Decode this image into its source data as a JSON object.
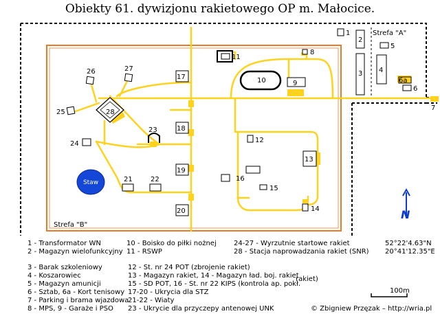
{
  "title": "Obiekty 61. dywizjonu rakietowego OP m. Małocice.",
  "zones": {
    "a": "Strefa \"A\"",
    "b": "Strefa \"B\""
  },
  "pond_label": "Staw",
  "objects": {
    "o1": "1",
    "o2": "2",
    "o3": "3",
    "o4": "4",
    "o5": "5",
    "o6": "6",
    "o6a": "6a",
    "o7": "7",
    "o8": "8",
    "o9": "9",
    "o10": "10",
    "o11": "11",
    "o12": "12",
    "o13": "13",
    "o14": "14",
    "o15": "15",
    "o16": "16",
    "o17": "17",
    "o18": "18",
    "o19": "19",
    "o20": "20",
    "o21": "21",
    "o22": "22",
    "o23": "23",
    "o24": "24",
    "o25": "25",
    "o26": "26",
    "o27": "27",
    "o28": "28"
  },
  "legend": {
    "col1": [
      "1 - Transformator WN",
      "2 - Magazyn wielofunkcyjny"
    ],
    "col2": [
      "10 - Boisko do piłki nożnej",
      "11 - RSWP"
    ],
    "col3": [
      "24-27 - Wyrzutnie startowe rakiet",
      "28 - Stacja naprowadzania rakiet (SNR)"
    ],
    "col4": [
      "3 - Barak szkoleniowy",
      "4 - Koszarowiec",
      "5 - Magazyn amunicji",
      "6 - Sztab, 6a - Kort tenisowy",
      "7 - Parking i brama wjazdowa",
      "8 - MPS, 9 - Garaże i PSO"
    ],
    "col5": [
      "12 - St. nr 24 POT (zbrojenie rakiet)",
      "13 - Magazyn rakiet, 14 - Magazyn ład. boj. rakiet",
      "15 - SD POT, 16 - St. nr 22 KIPS (kontrola ap. pokł.",
      "17-20 - Ukrycia dla STZ",
      "21-22 - Wiaty",
      "23 - Ukrycie dla przyczepy antenowej UNK"
    ],
    "rakiet_tail": "rakiet)"
  },
  "coords": {
    "lat": "52°22'4.63\"N",
    "lon": "20°41'12.35\"E"
  },
  "north": "N",
  "scale": "100m",
  "credit": "© Zbigniew Przęzak – http://wria.pl",
  "colors": {
    "road": "#FFD21E",
    "fence": "#E87A2C",
    "pond": "#1446D8",
    "north_arrow": "#0A3CD0"
  }
}
